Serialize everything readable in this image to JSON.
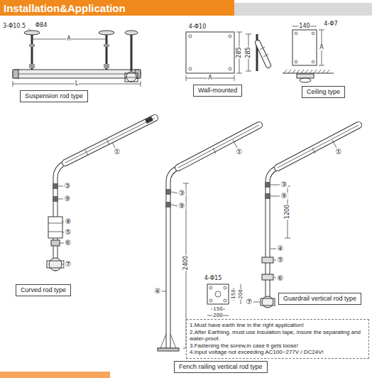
{
  "diagram": {
    "title": "Installation&Application",
    "nodes": [
      {
        "text": [
          "Suspension rod type"
        ]
      },
      {
        "text": [
          "Wall-mounted"
        ]
      },
      {
        "text": [
          "Ceiling type"
        ]
      },
      {
        "text": [
          "Curved rod type"
        ]
      },
      {
        "text": [
          "Fench railing vertical rod type"
        ]
      },
      {
        "text": [
          "Guardrail vertical rod type"
        ]
      },
      {
        "text": [
          "1.Must have earth line in the right application!",
          "2.After Earthing, must use insulation tape, insure the separating and water-proof.",
          "3.Fastening the sorew,in case it gets loose!",
          "4.Input voltage not exceeding AC100~277V / DC24V!"
        ]
      }
    ],
    "labels": [
      "3-Φ10.5",
      "Φ84",
      "A",
      "L",
      "4-Φ10",
      "285",
      "285",
      "A",
      "140",
      "4-Φ7",
      "A",
      "①",
      "③",
      "⑨",
      "⑧",
      "⑤",
      "⑥",
      "⑦",
      "①",
      "③",
      "⑨",
      "2400",
      "④",
      "4-Φ15",
      "150",
      "200",
      "150",
      "200",
      "①",
      "③",
      "⑨",
      "④",
      "1200",
      "⑤",
      "⑥",
      "⑦"
    ]
  }
}
